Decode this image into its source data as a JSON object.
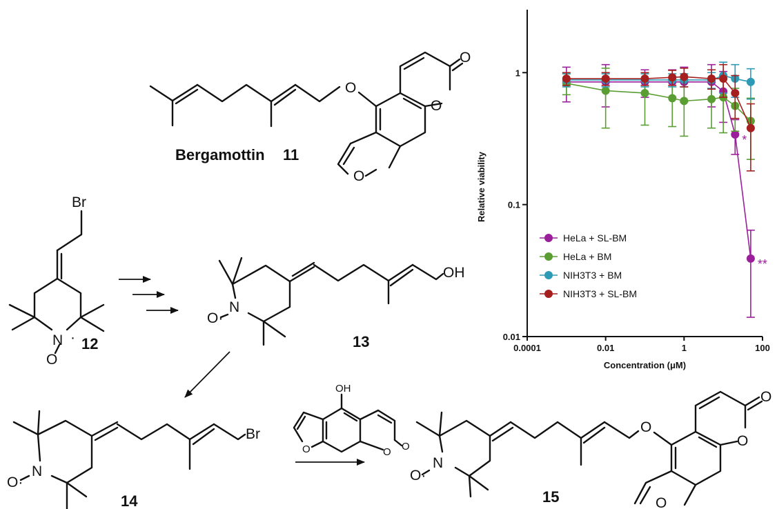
{
  "compounds": {
    "c11": {
      "name": "Bergamottin",
      "number": "11"
    },
    "c12": {
      "number": "12"
    },
    "c13": {
      "number": "13"
    },
    "c14": {
      "number": "14"
    },
    "c15": {
      "number": "15"
    }
  },
  "atoms": {
    "O": "O",
    "Br": "Br",
    "OH": "OH",
    "N": "N",
    "Nrad": "N",
    "Orad": "O",
    "radical_N_O": "O·",
    "radical_dot": "·"
  },
  "colors": {
    "hela_slbm": "#9b1f9b",
    "hela_bm": "#5a9e33",
    "nih_bm": "#2e9bb6",
    "nih_slbm": "#a51f1f"
  },
  "chart_data": {
    "type": "line",
    "xlabel": "Concentration (μM)",
    "ylabel": "Relative viability",
    "xscale": "log",
    "yscale": "log",
    "xlim": [
      0.0001,
      100
    ],
    "ylim": [
      0.01,
      3
    ],
    "xticks": [
      "0.0001",
      "0.01",
      "1",
      "100"
    ],
    "yticks": [
      "0.01",
      "0.1",
      "1"
    ],
    "grid": false,
    "legend_position": "left",
    "series": [
      {
        "name": "HeLa + SL-BM",
        "color": "#9b1f9b",
        "x": [
          0.001,
          0.01,
          0.1,
          0.5,
          1,
          5,
          10,
          20,
          50
        ],
        "y": [
          0.85,
          0.85,
          0.85,
          0.85,
          0.85,
          0.85,
          0.72,
          0.34,
          0.039
        ],
        "err": [
          0.25,
          0.3,
          0.2,
          0.2,
          0.25,
          0.3,
          0.3,
          0.1,
          0.025
        ]
      },
      {
        "name": "HeLa + BM",
        "color": "#5a9e33",
        "x": [
          0.001,
          0.01,
          0.1,
          0.5,
          1,
          5,
          10,
          20,
          50
        ],
        "y": [
          0.83,
          0.73,
          0.7,
          0.64,
          0.61,
          0.63,
          0.65,
          0.56,
          0.43
        ],
        "err": [
          0.15,
          0.35,
          0.3,
          0.25,
          0.28,
          0.25,
          0.3,
          0.2,
          0.21
        ]
      },
      {
        "name": "NIH3T3 + BM",
        "color": "#2e9bb6",
        "x": [
          0.001,
          0.01,
          0.1,
          0.5,
          1,
          5,
          10,
          20,
          50
        ],
        "y": [
          0.88,
          0.88,
          0.88,
          0.88,
          0.88,
          0.88,
          0.95,
          0.9,
          0.85
        ],
        "err": [
          0.1,
          0.1,
          0.1,
          0.1,
          0.1,
          0.12,
          0.25,
          0.25,
          0.22
        ]
      },
      {
        "name": "NIH3T3 + SL-BM",
        "color": "#a51f1f",
        "x": [
          0.001,
          0.01,
          0.1,
          0.5,
          1,
          5,
          10,
          20,
          50
        ],
        "y": [
          0.9,
          0.9,
          0.9,
          0.92,
          0.93,
          0.9,
          0.9,
          0.7,
          0.38
        ],
        "err": [
          0.1,
          0.1,
          0.1,
          0.12,
          0.15,
          0.15,
          0.25,
          0.25,
          0.2
        ]
      }
    ],
    "annotations": [
      {
        "text": "*",
        "color": "#9b1f9b",
        "x": 20,
        "y": 0.34
      },
      {
        "text": "**",
        "color": "#9b1f9b",
        "x": 50,
        "y": 0.039
      }
    ]
  }
}
